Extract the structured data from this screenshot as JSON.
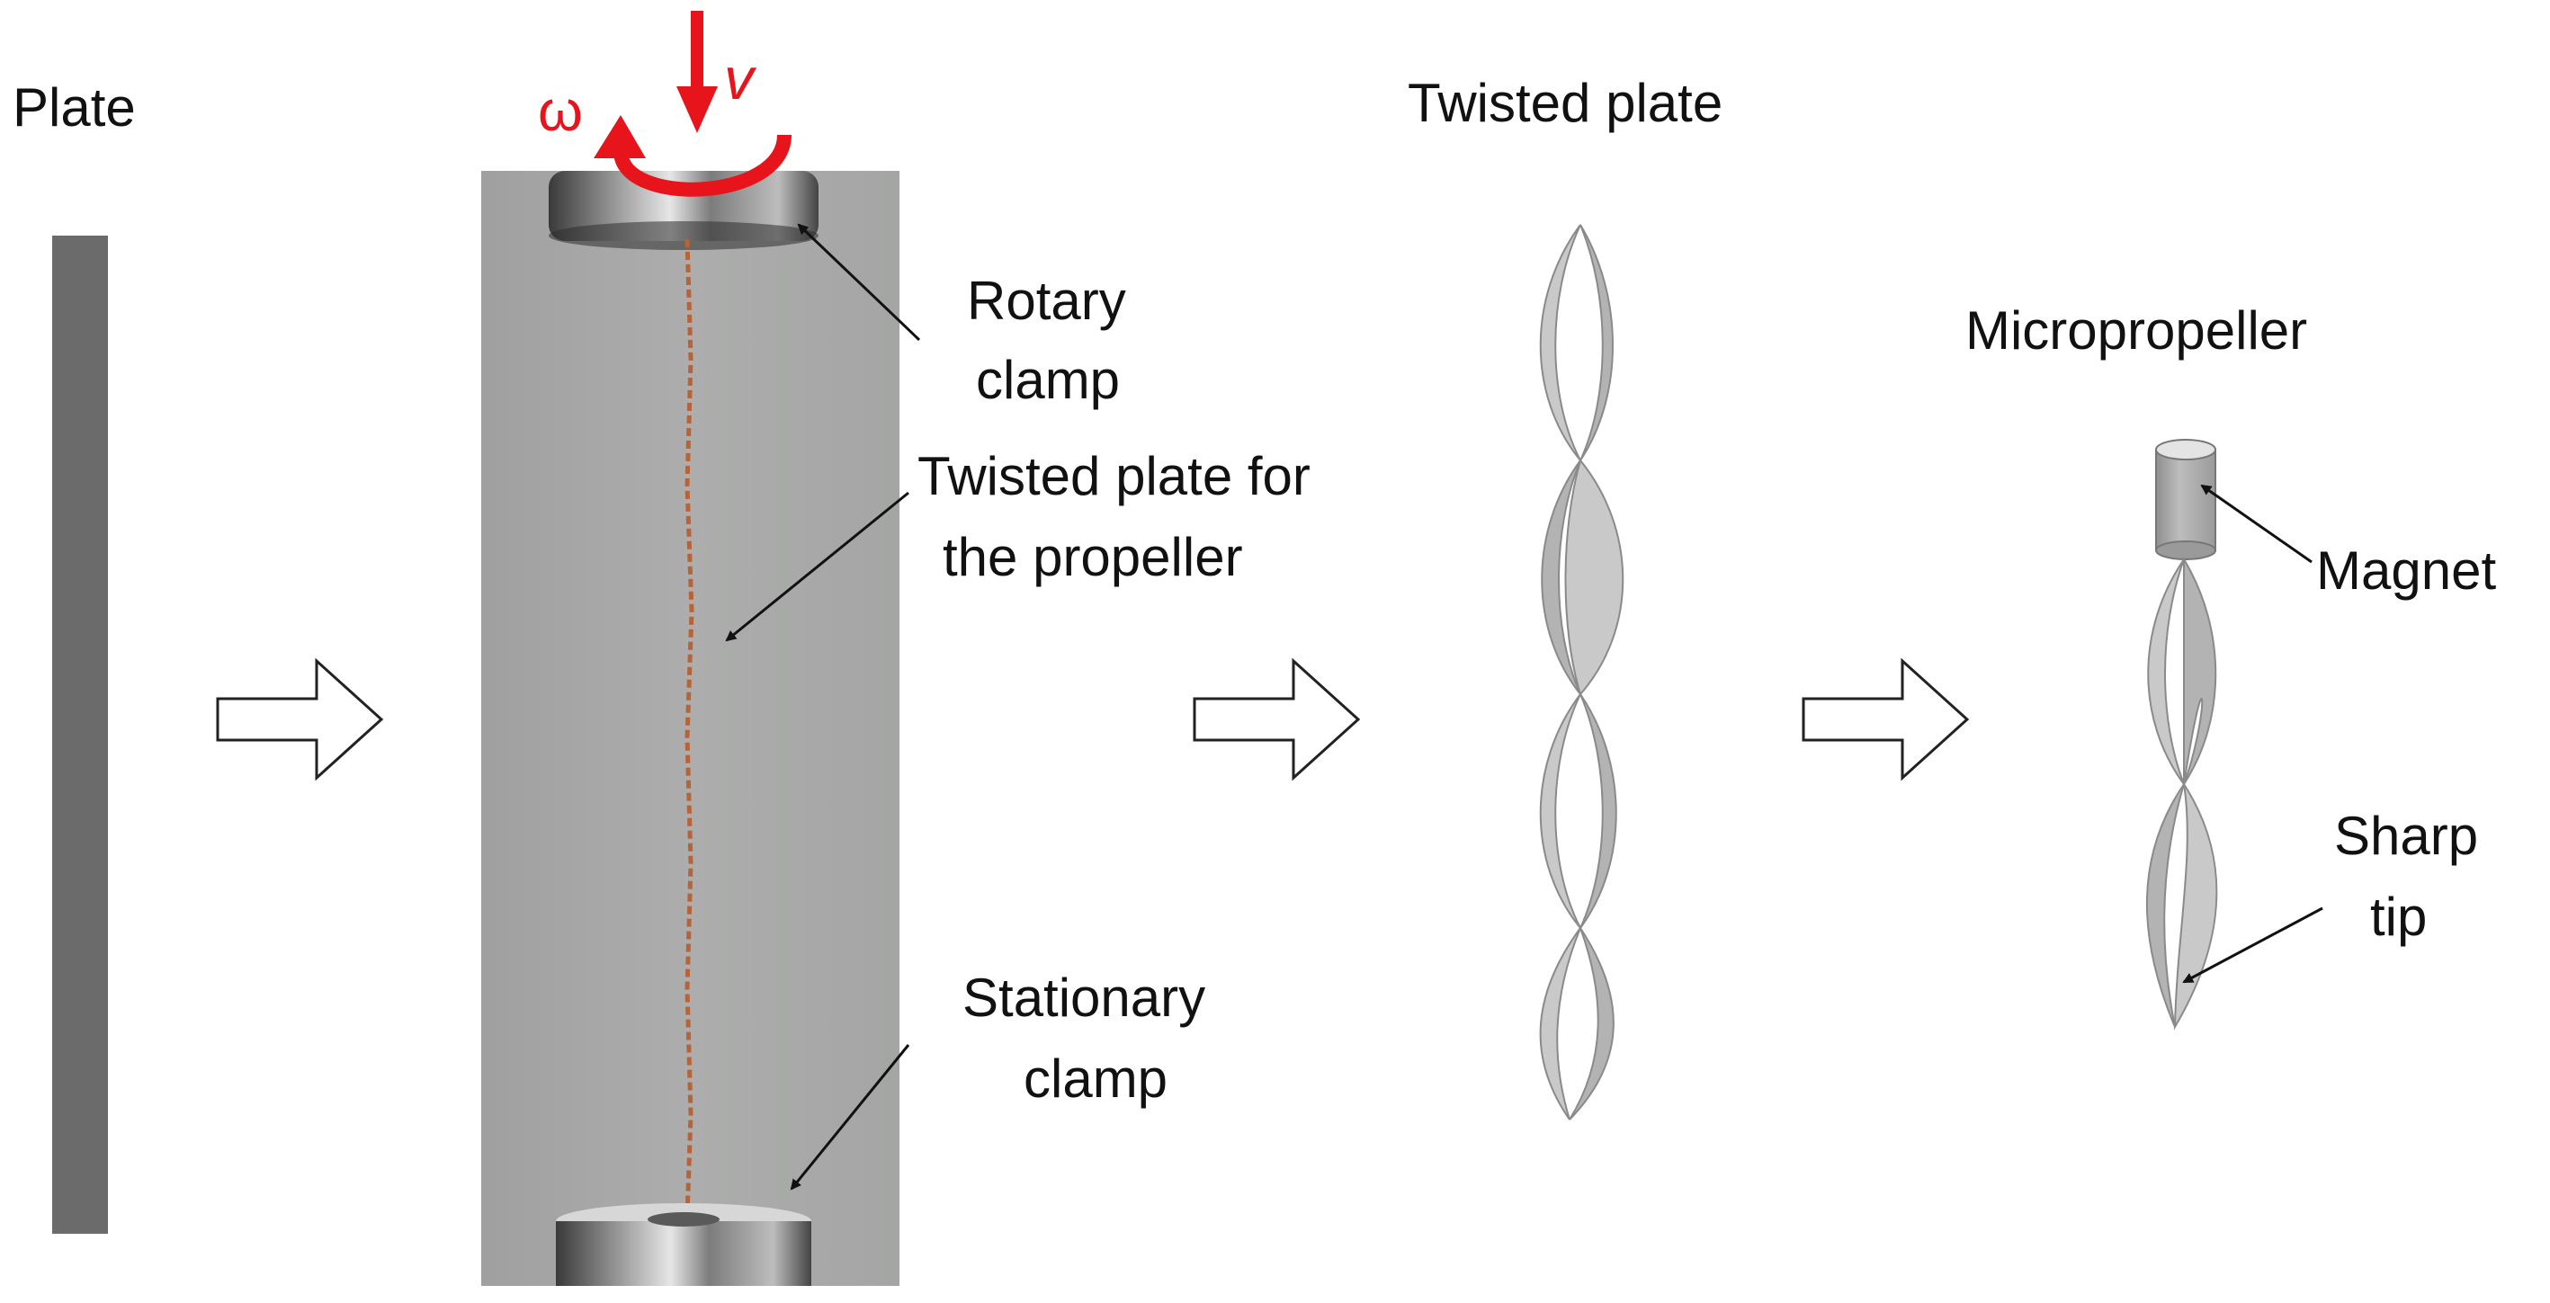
{
  "labels": {
    "plate": "Plate",
    "omega": "ω",
    "velocity": "v",
    "rotary_clamp_line1": "Rotary",
    "rotary_clamp_line2": "clamp",
    "twisted_plate_for_line1": "Twisted plate for",
    "twisted_plate_for_line2": "the propeller",
    "stationary_clamp_line1": "Stationary",
    "stationary_clamp_line2": "clamp",
    "twisted_plate": "Twisted plate",
    "micropropeller": "Micropropeller",
    "magnet": "Magnet",
    "sharp_tip_line1": "Sharp",
    "sharp_tip_line2": "tip"
  },
  "colors": {
    "plate_gray": "#6b6b6b",
    "photo_background": "#a9aaa9",
    "motion_red": "#e8141c",
    "wire_copper": "#b5643a",
    "helix_fill": "#c9c9c9",
    "helix_edge": "#8a8a8a",
    "text": "#111111"
  },
  "icons": {
    "process_arrow": "hollow-right-arrow-icon",
    "rotation": "curved-rotation-arrow-icon",
    "push": "down-arrow-icon"
  }
}
